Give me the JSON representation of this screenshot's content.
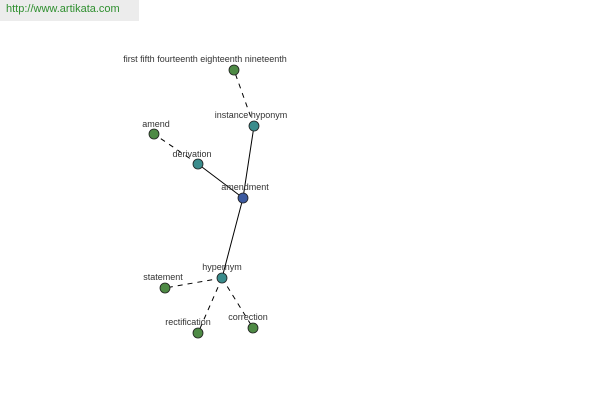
{
  "header": {
    "url": "http://www.artikata.com"
  },
  "colors": {
    "center": "#3c5aa0",
    "relation": "#3a8c8c",
    "leaf": "#4e8a45",
    "edge": "#000000",
    "url": "#2f8f2f"
  },
  "graph": {
    "center": {
      "id": "amendment",
      "label": "amendment"
    },
    "relations": [
      {
        "id": "instance-hyponym",
        "label": "instance hyponym"
      },
      {
        "id": "derivation",
        "label": "derivation"
      },
      {
        "id": "hypernym",
        "label": "hypernym"
      }
    ],
    "leaves": [
      {
        "id": "first-fifth",
        "label": "first fifth fourteenth eighteenth nineteenth",
        "parent": "instance-hyponym"
      },
      {
        "id": "amend",
        "label": "amend",
        "parent": "derivation"
      },
      {
        "id": "statement",
        "label": "statement",
        "parent": "hypernym"
      },
      {
        "id": "rectification",
        "label": "rectification",
        "parent": "hypernym"
      },
      {
        "id": "correction",
        "label": "correction",
        "parent": "hypernym"
      }
    ]
  }
}
